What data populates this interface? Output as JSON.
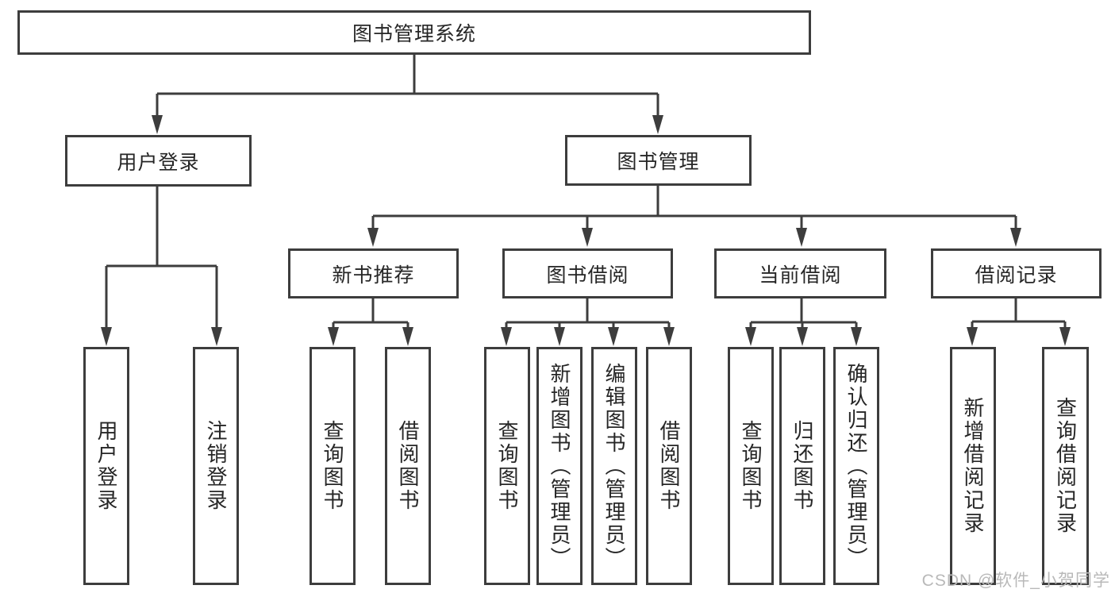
{
  "diagram": {
    "watermark": "CSDN @软件_小贺同学",
    "colors": {
      "line": "#3d3d3d",
      "box_border": "#3d3d3d",
      "box_fill": "#ffffff",
      "text": "#262626",
      "watermark": "#b9b9b9"
    },
    "tree": {
      "label": "图书管理系统",
      "children": [
        {
          "label": "用户登录",
          "children": [
            {
              "label": "用户登录"
            },
            {
              "label": "注销登录"
            }
          ]
        },
        {
          "label": "图书管理",
          "children": [
            {
              "label": "新书推荐",
              "children": [
                {
                  "label": "查询图书"
                },
                {
                  "label": "借阅图书"
                }
              ]
            },
            {
              "label": "图书借阅",
              "children": [
                {
                  "label": "查询图书"
                },
                {
                  "label": "新增图书（管理员）"
                },
                {
                  "label": "编辑图书（管理员）"
                },
                {
                  "label": "借阅图书"
                }
              ]
            },
            {
              "label": "当前借阅",
              "children": [
                {
                  "label": "查询图书"
                },
                {
                  "label": "归还图书"
                },
                {
                  "label": "确认归还（管理员）"
                }
              ]
            },
            {
              "label": "借阅记录",
              "children": [
                {
                  "label": "新增借阅记录"
                },
                {
                  "label": "查询借阅记录"
                }
              ]
            }
          ]
        }
      ]
    }
  }
}
